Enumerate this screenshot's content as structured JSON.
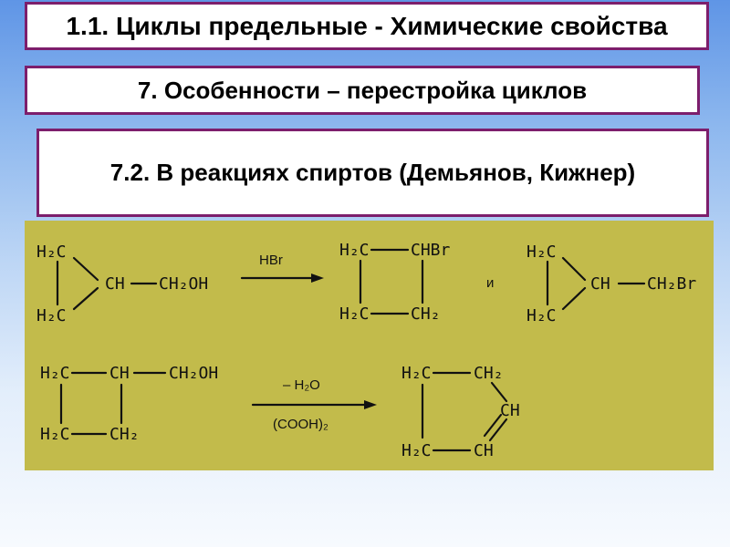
{
  "slide": {
    "title": "1.1. Циклы предельные - Химические свойства",
    "subtitle": "7. Особенности – перестройка циклов",
    "section": "7.2. В реакциях спиртов (Демьянов, Кижнер)"
  },
  "reactions": {
    "r1": {
      "reactant": {
        "a": "H₂C",
        "b": "H₂C",
        "c": "CH",
        "d": "CH₂OH"
      },
      "reagent": "HBr",
      "product1": {
        "tl": "H₂C",
        "tr": "CHBr",
        "bl": "H₂C",
        "br": "CH₂"
      },
      "conjunction": "и",
      "product2": {
        "a": "H₂C",
        "b": "H₂C",
        "c": "CH",
        "d": "CH₂Br"
      }
    },
    "r2": {
      "reactant": {
        "tl": "H₂C",
        "tr": "CH",
        "sub": "CH₂OH",
        "bl": "H₂C",
        "br": "CH₂"
      },
      "reagent_top": "– H₂O",
      "reagent_bottom": "(COOH)₂",
      "product": {
        "tl": "H₂C",
        "tr": "CH₂",
        "r": "CH",
        "bl": "H₂C",
        "br": "CH"
      }
    }
  },
  "colors": {
    "border": "#7d1e6c",
    "panel": "#c2bb4b"
  }
}
